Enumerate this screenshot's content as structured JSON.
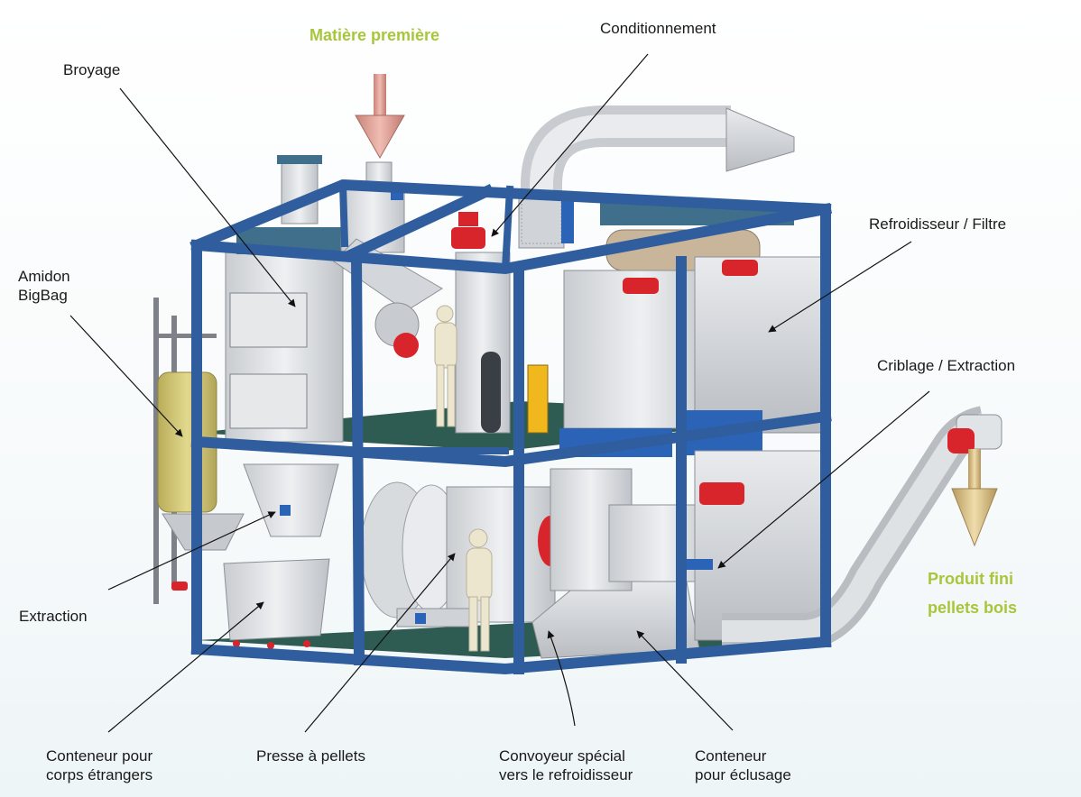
{
  "labels": {
    "matiere_premiere": "Matière première",
    "conditionnement": "Conditionnement",
    "broyage": "Broyage",
    "amidon_line1": "Amidon",
    "amidon_line2": "BigBag",
    "refroidisseur": "Refroidisseur / Filtre",
    "criblage": "Criblage / Extraction",
    "produit_line1": "Produit fini",
    "produit_line2": "pellets bois",
    "extraction": "Extraction",
    "conteneur_corps_line1": "Conteneur pour",
    "conteneur_corps_line2": "corps étrangers",
    "presse": "Presse à pellets",
    "convoyeur_line1": "Convoyeur spécial",
    "convoyeur_line2": "vers le refroidisseur",
    "conteneur_eclusage_line1": "Conteneur",
    "conteneur_eclusage_line2": "pour éclusage"
  },
  "colors": {
    "frame_blue": "#2f5d9e",
    "floor_green": "#2f5c52",
    "machine_grey": "#d9dce0",
    "accent_red": "#d8242b",
    "label_green": "#a8c63a",
    "input_arrow": "#e3a59a",
    "output_arrow": "#d9c08a",
    "bigbag_yellow": "#d7cc7b"
  }
}
